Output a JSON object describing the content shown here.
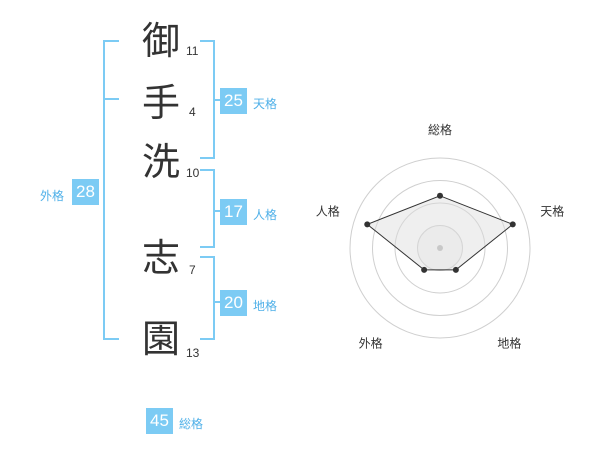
{
  "name_chars": [
    {
      "char": "御",
      "strokes": "11"
    },
    {
      "char": "手",
      "strokes": "4"
    },
    {
      "char": "洗",
      "strokes": "10"
    },
    {
      "char": "志",
      "strokes": "7"
    },
    {
      "char": "園",
      "strokes": "13"
    }
  ],
  "kakusu": {
    "tenkaku": {
      "value": "25",
      "label": "天格"
    },
    "jinkaku": {
      "value": "17",
      "label": "人格"
    },
    "chikaku": {
      "value": "20",
      "label": "地格"
    },
    "gaikaku": {
      "value": "28",
      "label": "外格"
    },
    "soukaku": {
      "value": "45",
      "label": "総格"
    }
  },
  "colors": {
    "accent": "#7ccbf4",
    "accent_text": "#4fb0e8",
    "bracket": "#7ccbf4"
  },
  "chart_data": {
    "type": "radar",
    "axes": [
      "総格",
      "天格",
      "地格",
      "外格",
      "人格"
    ],
    "values": [
      0.58,
      0.85,
      0.3,
      0.3,
      0.85
    ],
    "range": [
      0,
      1
    ],
    "rings": 4,
    "grid": true
  }
}
